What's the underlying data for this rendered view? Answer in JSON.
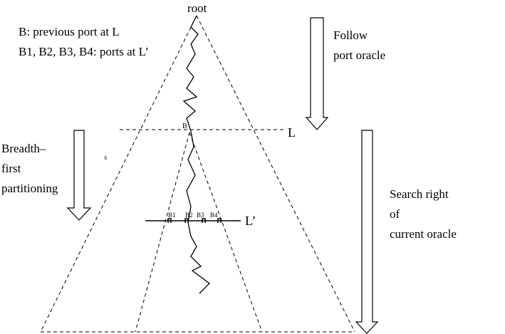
{
  "labels": {
    "root": "root",
    "legend_line1": "B: previous port at L",
    "legend_line2": "B1, B2, B3, B4: ports at L’",
    "follow_line1": "Follow",
    "follow_line2": "port oracle",
    "level_l": "L",
    "level_l_prime": "L’",
    "port_b": "B",
    "breadth_line1": "Breadth–",
    "breadth_line2": "first",
    "breadth_line3": "partitioning",
    "search_line1": "Search right",
    "search_line2": "of",
    "search_line3": "current oracle",
    "port_b1": "B1",
    "port_b2": "B2",
    "port_b3": "B3",
    "port_b4": "B4",
    "x_mark": "x"
  },
  "colors": {
    "ink": "#000000",
    "background": "#ffffff"
  }
}
